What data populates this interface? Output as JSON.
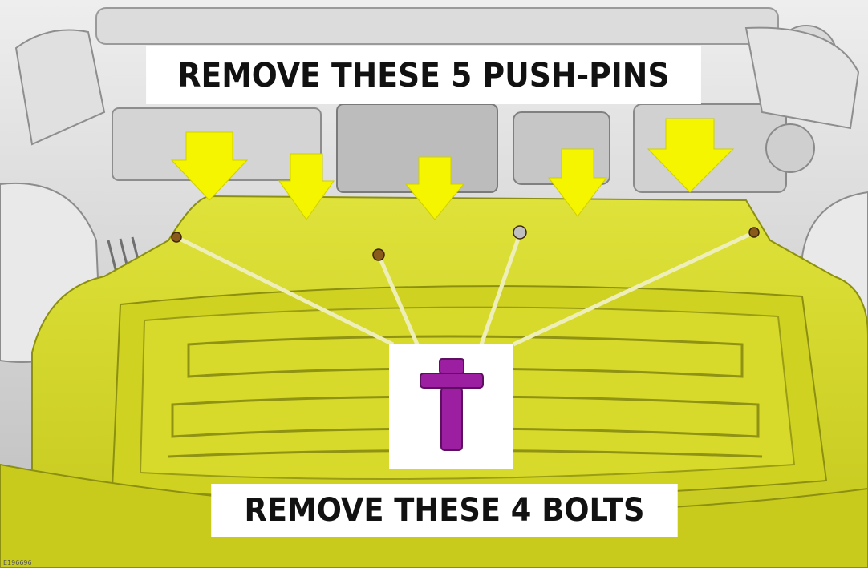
{
  "labels": {
    "push_pins": "REMOVE THESE 5 PUSH-PINS",
    "bolts": "REMOVE THESE 4 BOLTS",
    "figure_id": "E196696"
  },
  "colors": {
    "highlight_yellow": "#d8dc2a",
    "arrow_yellow": "#f5f500",
    "bolt_purple": "#9b1fa0",
    "leader_line": "#e9e9b0",
    "engine_gray": "#c9c9c9"
  },
  "counts": {
    "push_pins": 5,
    "bolts": 4
  }
}
